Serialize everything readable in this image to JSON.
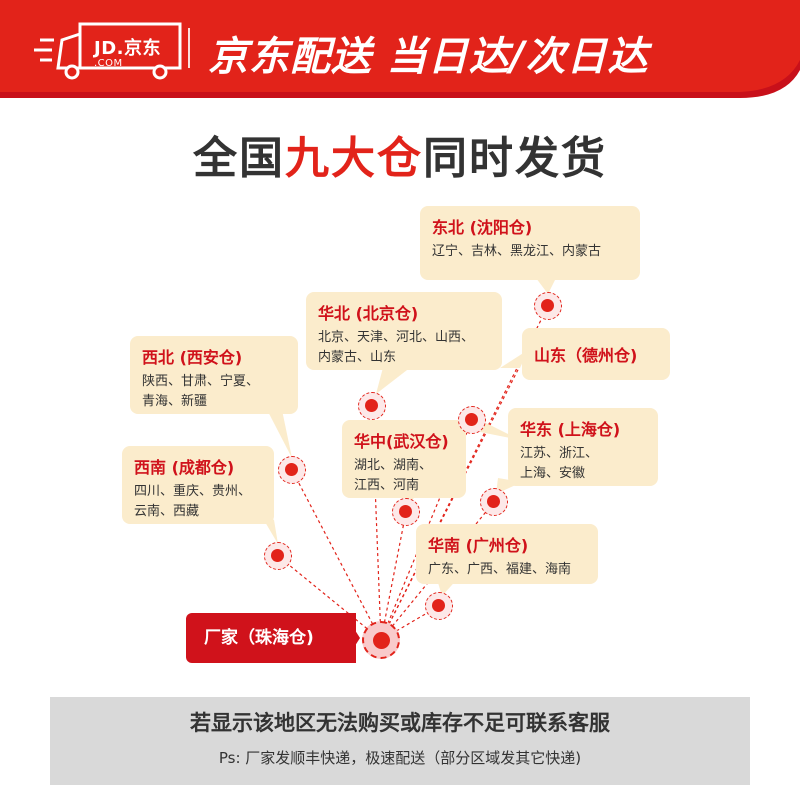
{
  "header": {
    "logo_main": "JD.",
    "logo_brand": "京东",
    "logo_sub": ".COM",
    "title": "京东配送  当日达/次日达",
    "colors": {
      "banner": "#e2231a",
      "text": "#ffffff"
    }
  },
  "headline": {
    "prefix": "全国",
    "highlight": "九大仓",
    "suffix": "同时发货"
  },
  "regions": [
    {
      "title": "东北 (沈阳仓)",
      "lines": [
        "辽宁、吉林、黑龙江、内蒙古"
      ]
    },
    {
      "title": "华北 (北京仓)",
      "lines": [
        "北京、天津、河北、山西、",
        "内蒙古、山东"
      ]
    },
    {
      "title": "西北 (西安仓)",
      "lines": [
        "陕西、甘肃、宁夏、",
        "青海、新疆"
      ]
    },
    {
      "title": "山东（德州仓)",
      "lines": []
    },
    {
      "title": "西南 (成都仓)",
      "lines": [
        "四川、重庆、贵州、",
        "云南、西藏"
      ]
    },
    {
      "title": "华中(武汉仓)",
      "lines": [
        "湖北、湖南、",
        "江西、河南"
      ]
    },
    {
      "title": "华东 (上海仓)",
      "lines": [
        "江苏、浙江、",
        "上海、安徽"
      ]
    },
    {
      "title": "华南 (广州仓)",
      "lines": [
        "广东、广西、福建、海南"
      ]
    }
  ],
  "origin": {
    "label": "厂家（珠海仓)"
  },
  "note": {
    "main": "若显示该地区无法购买或库存不足可联系客服",
    "sub": "Ps: 厂家发顺丰快递，极速配送（部分区域发其它快递)"
  },
  "colors": {
    "accent": "#e2231a",
    "card_bg": "#fbeccc",
    "note_bg": "#d9d9d9"
  }
}
